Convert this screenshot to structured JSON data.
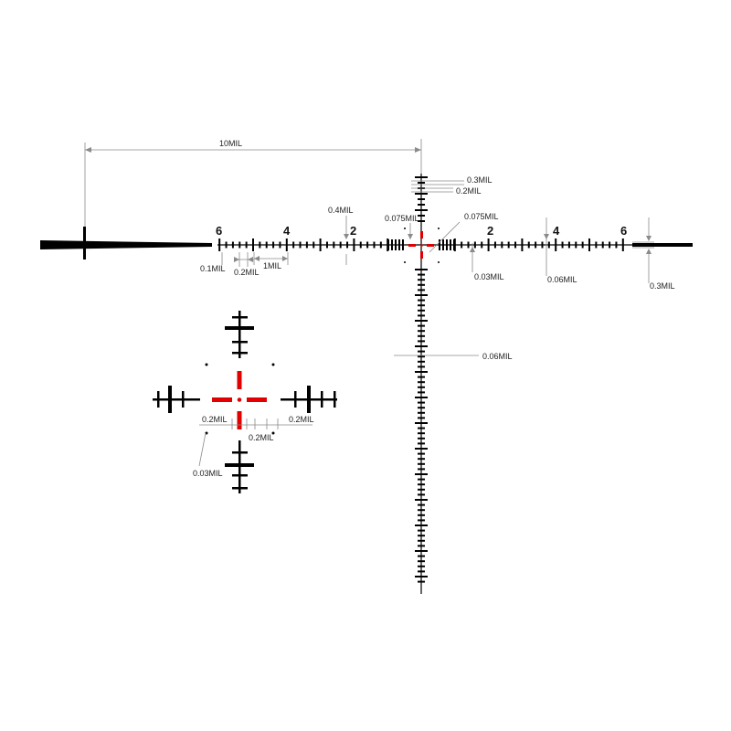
{
  "colors": {
    "reticle": "#000000",
    "center": "#e00000",
    "dimension": "#8a8a8a",
    "background": "#ffffff"
  },
  "reticle": {
    "stadia_numbers": {
      "left_6": "6",
      "left_4": "4",
      "left_2": "2",
      "right_2": "2",
      "right_4": "4",
      "right_6": "6"
    }
  },
  "dimensions": {
    "ten_mil": "10MIL",
    "post_thickness": "0.3MIL",
    "vertical_hash": "0.2MIL",
    "hash_04": "0.4MIL",
    "dot_left": "0.075MIL",
    "dot_right": "0.075MIL",
    "line_01": "0.1MIL",
    "gap_02": "0.2MIL",
    "span_1mil": "1MIL",
    "line_003": "0.03MIL",
    "line_006_h": "0.06MIL",
    "post_right": "0.3MIL",
    "line_006_v": "0.06MIL"
  },
  "inset": {
    "left_gap": "0.2MIL",
    "center_gap": "0.2MIL",
    "right_gap": "0.2MIL",
    "line_width": "0.03MIL"
  }
}
